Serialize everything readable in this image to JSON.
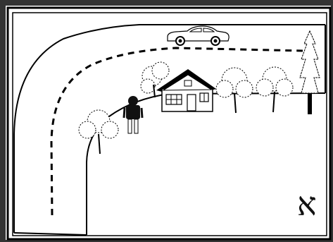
{
  "label": "א",
  "scene": {
    "background": "#ffffff",
    "frame_color": "#333333",
    "ink": "#000000",
    "car_color": "#ffffff",
    "house_wall": "#ffffff",
    "tree_fill": "#ffffff",
    "person_shirt": "#111111",
    "elements": [
      "road",
      "dashed-center-line",
      "car",
      "house",
      "trees",
      "person",
      "pine-tree",
      "hebrew-letter"
    ]
  }
}
